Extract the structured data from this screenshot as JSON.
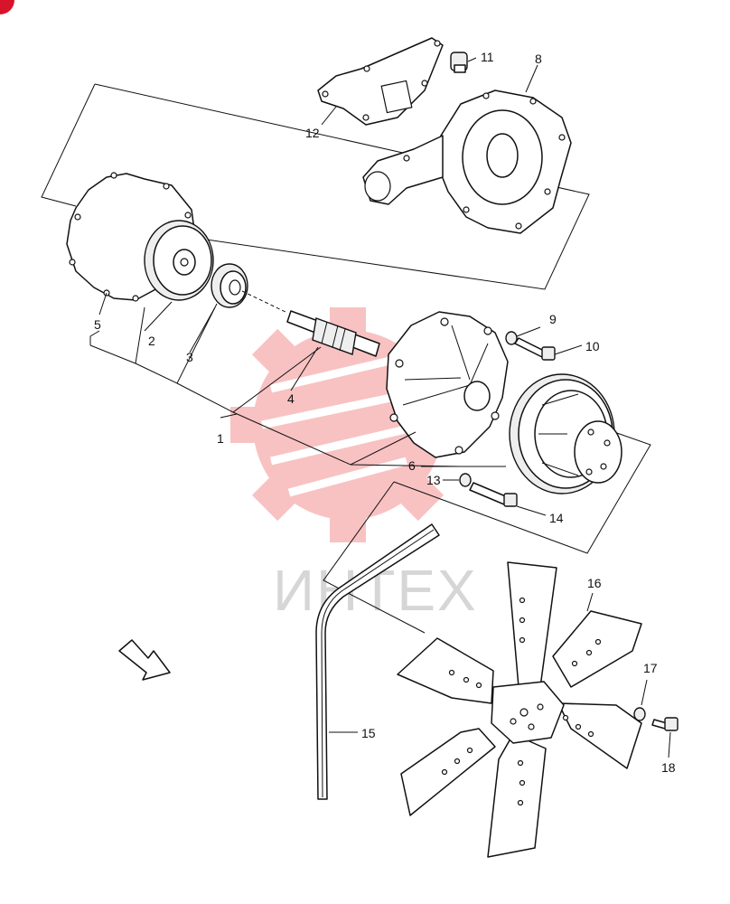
{
  "watermark": {
    "text": "ИНТЕХ",
    "color": "#f7b8b8"
  },
  "corner_badge_color": "#d8132a",
  "callouts": [
    {
      "id": "c1",
      "label": "1"
    },
    {
      "id": "c2",
      "label": "2"
    },
    {
      "id": "c3",
      "label": "3"
    },
    {
      "id": "c4",
      "label": "4"
    },
    {
      "id": "c5",
      "label": "5"
    },
    {
      "id": "c6",
      "label": "6"
    },
    {
      "id": "c8",
      "label": "8"
    },
    {
      "id": "c9",
      "label": "9"
    },
    {
      "id": "c10",
      "label": "10"
    },
    {
      "id": "c11",
      "label": "11"
    },
    {
      "id": "c12",
      "label": "12"
    },
    {
      "id": "c13",
      "label": "13"
    },
    {
      "id": "c14",
      "label": "14"
    },
    {
      "id": "c15",
      "label": "15"
    },
    {
      "id": "c16",
      "label": "16"
    },
    {
      "id": "c17",
      "label": "17"
    },
    {
      "id": "c18",
      "label": "18"
    }
  ]
}
